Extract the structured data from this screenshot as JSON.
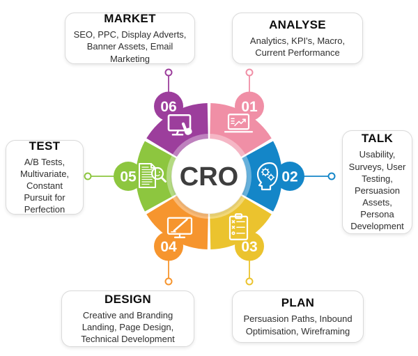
{
  "center": {
    "label": "CRO"
  },
  "segments": [
    {
      "num": "01",
      "step_label": "ANALYSE",
      "color": "#F08FA6",
      "icon": "laptop-chart-icon",
      "bisector_deg": 60
    },
    {
      "num": "02",
      "step_label": "TALK",
      "color": "#1486C8",
      "icon": "head-gears-icon",
      "bisector_deg": 0
    },
    {
      "num": "03",
      "step_label": "PLAN",
      "color": "#EBC32E",
      "icon": "clipboard-checklist-icon",
      "bisector_deg": 300
    },
    {
      "num": "04",
      "step_label": "DESIGN",
      "color": "#F6952E",
      "icon": "monitor-pencil-icon",
      "bisector_deg": 240
    },
    {
      "num": "05",
      "step_label": "TEST",
      "color": "#8DC63F",
      "icon": "document-magnifier-icon",
      "bisector_deg": 180
    },
    {
      "num": "06",
      "step_label": "MARKET",
      "color": "#9C3E9C",
      "icon": "monitor-click-icon",
      "bisector_deg": 120
    }
  ],
  "boxes": {
    "market": {
      "title": "MARKET",
      "body": "SEO, PPC, Display Adverts, Banner Assets, Email Marketing"
    },
    "analyse": {
      "title": "ANALYSE",
      "body": "Analytics, KPI's, Macro, Current Performance"
    },
    "talk": {
      "title": "TALK",
      "body": "Usability, Surveys, User Testing, Persuasion Assets, Persona Development"
    },
    "test": {
      "title": "TEST",
      "body": "A/B Tests, Multivariate, Constant Pursuit for Perfection"
    },
    "design": {
      "title": "DESIGN",
      "body": "Creative and Branding Landing, Page Design, Technical Development"
    },
    "plan": {
      "title": "PLAN",
      "body": "Persuasion Paths, Inbound Optimisation, Wireframing"
    }
  }
}
